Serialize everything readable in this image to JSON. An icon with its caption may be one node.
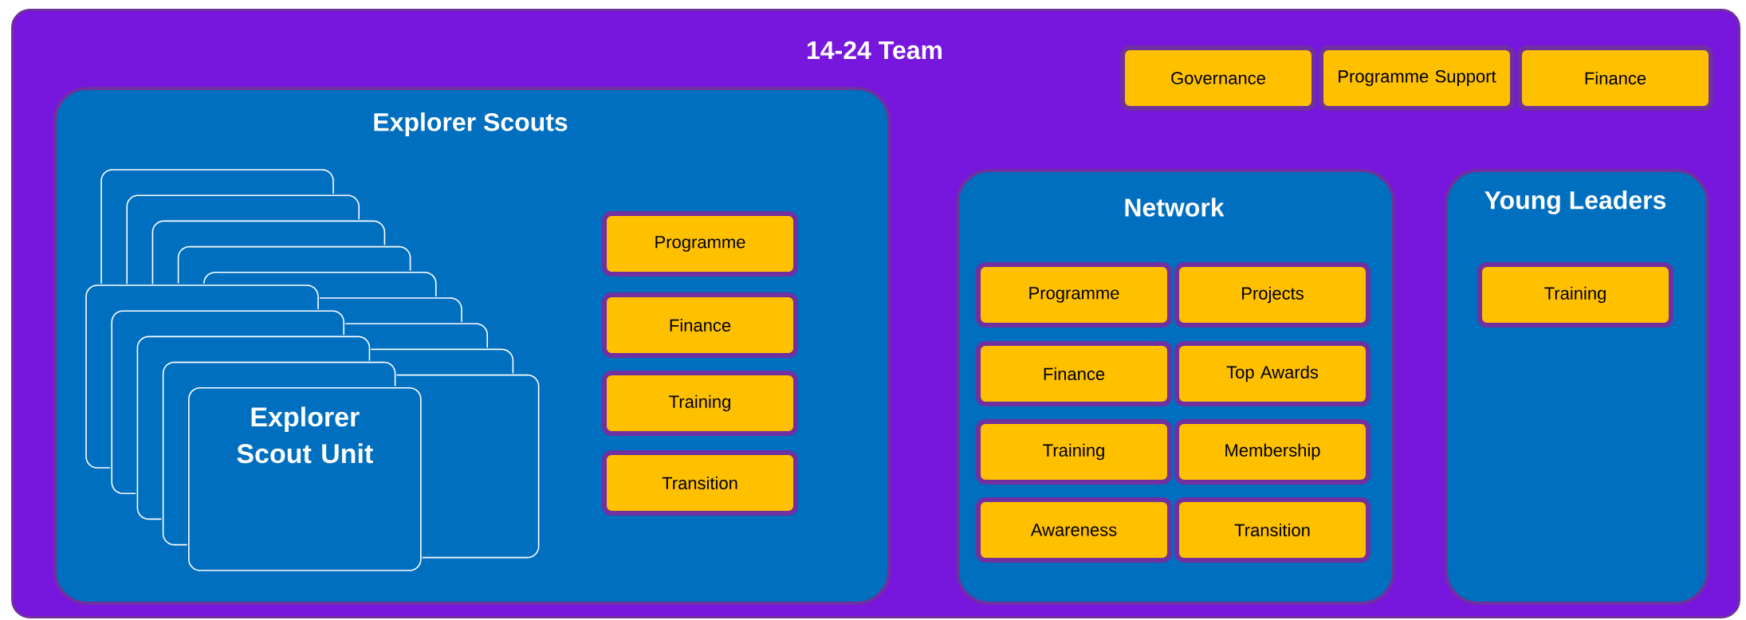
{
  "diagram": {
    "nodes": [
      {
        "text": [
          "14-24 Team"
        ]
      },
      {
        "text": [
          "Governance"
        ],
        "in": 0
      },
      {
        "text": [
          "Programme Support"
        ],
        "in": 0
      },
      {
        "text": [
          "Finance"
        ],
        "in": 0
      },
      {
        "text": [
          "Explorer Scouts"
        ],
        "in": 0
      },
      {
        "text": [],
        "shape": "box",
        "in": 4
      },
      {
        "text": [],
        "shape": "box",
        "in": 4
      },
      {
        "text": [],
        "shape": "box",
        "in": 4
      },
      {
        "text": [],
        "shape": "box",
        "in": 4
      },
      {
        "text": [],
        "shape": "box",
        "in": 4
      },
      {
        "text": [],
        "shape": "box",
        "in": 4
      },
      {
        "text": [],
        "shape": "box",
        "in": 4
      },
      {
        "text": [],
        "shape": "box",
        "in": 4
      },
      {
        "text": [],
        "shape": "box",
        "in": 4
      },
      {
        "text": [],
        "shape": "box",
        "in": 4
      },
      {
        "text": [],
        "shape": "box",
        "in": 4
      },
      {
        "text": [],
        "shape": "box",
        "in": 4
      },
      {
        "text": [],
        "shape": "box",
        "in": 4
      },
      {
        "text": [
          "Explorer Scout Unit"
        ],
        "in": 4
      },
      {
        "text": [
          "Programme"
        ],
        "in": 4
      },
      {
        "text": [
          "Finance"
        ],
        "in": 4
      },
      {
        "text": [
          "Training"
        ],
        "in": 4
      },
      {
        "text": [
          "Transition"
        ],
        "in": 4
      },
      {
        "text": [
          "Network"
        ],
        "in": 0
      },
      {
        "text": [
          "Programme"
        ],
        "in": 23
      },
      {
        "text": [
          "Projects"
        ],
        "in": 23
      },
      {
        "text": [
          "Finance"
        ],
        "in": 23
      },
      {
        "text": [
          "Top Awards"
        ],
        "in": 23
      },
      {
        "text": [
          "Training"
        ],
        "in": 23
      },
      {
        "text": [
          "Membership"
        ],
        "in": 23
      },
      {
        "text": [
          "Awareness"
        ],
        "in": 23
      },
      {
        "text": [
          "Transition"
        ],
        "in": 23
      },
      {
        "text": [
          "Young Leaders"
        ],
        "in": 0
      },
      {
        "text": [
          "Training"
        ],
        "in": 32
      }
    ]
  }
}
